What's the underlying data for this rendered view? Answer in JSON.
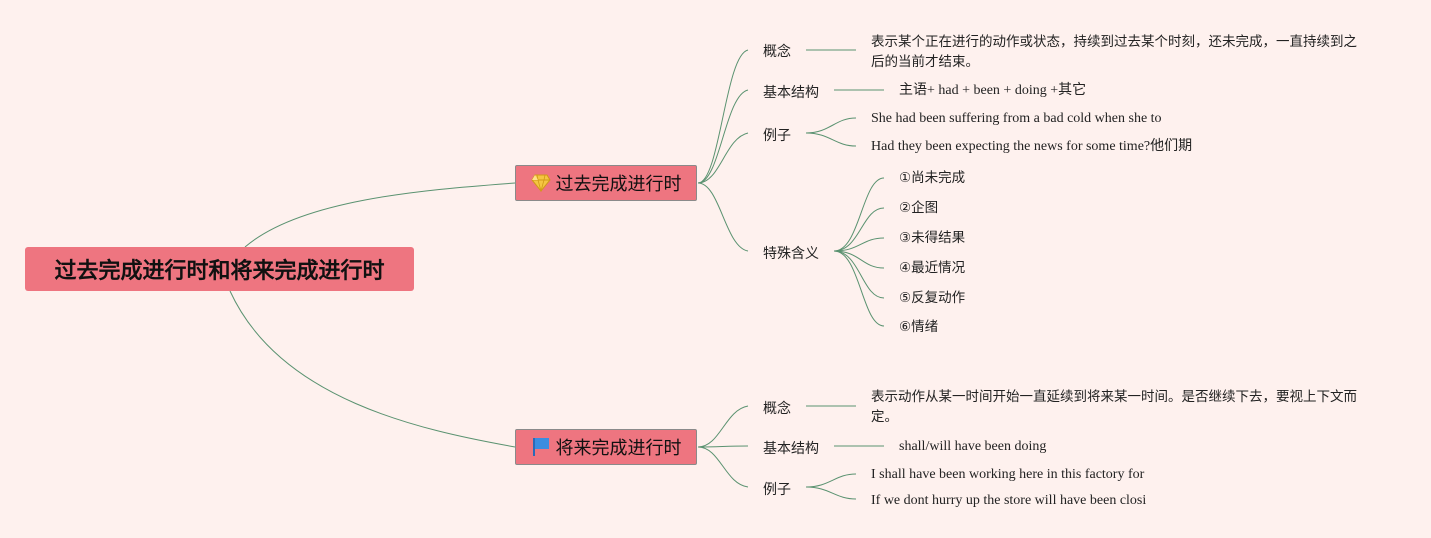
{
  "root": {
    "title": "过去完成进行时和将来完成进行时"
  },
  "branches": [
    {
      "title": "过去完成进行时",
      "icon": "gem-icon",
      "concept_label": "概念",
      "concept_text": "表示某个正在进行的动作或状态，持续到过去某个时刻，还未完成，一直持续到之后的当前才结束。",
      "structure_label": "基本结构",
      "structure_text": "主语+ had + been + doing +其它",
      "examples_label": "例子",
      "examples": [
        "She had been suffering from a bad cold when she to",
        "Had they been expecting the news for some time?他们期"
      ],
      "special_label": "特殊含义",
      "special": [
        "①尚未完成",
        "②企图",
        "③未得结果",
        "④最近情况",
        "⑤反复动作",
        "⑥情绪"
      ]
    },
    {
      "title": "将来完成进行时",
      "icon": "blue-flag-icon",
      "concept_label": "概念",
      "concept_text": "表示动作从某一时间开始一直延续到将来某一时间。是否继续下去，要视上下文而定。",
      "structure_label": "基本结构",
      "structure_text": "shall/will have been doing",
      "examples_label": "例子",
      "examples": [
        "I shall have been working here in this factory for",
        "If we dont hurry up the store will have been closi"
      ]
    }
  ],
  "colors": {
    "node": "#ee7580",
    "line": "#5a9270",
    "background": "#fef1ee"
  }
}
